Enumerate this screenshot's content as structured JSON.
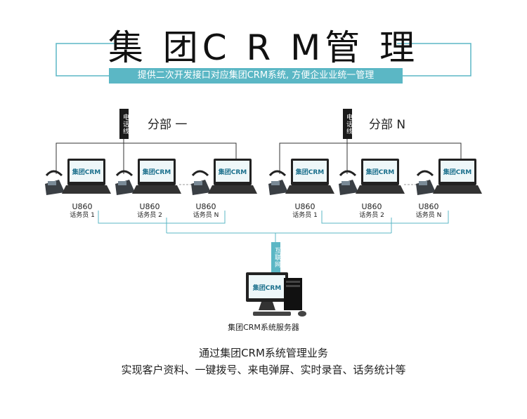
{
  "title": "集 团C R M管 理",
  "subtitle": "提供二次开发接口对应集团CRM系统, 方便企业业统一管理",
  "phone_line_label": "电话线",
  "internet_label": "互联网",
  "branches": [
    {
      "label": "分部 一",
      "workstations": [
        {
          "model": "U860",
          "name": "话务员 1"
        },
        {
          "model": "U860",
          "name": "话务员 2"
        },
        {
          "model": "U860",
          "name": "话务员 N"
        }
      ]
    },
    {
      "label": "分部 N",
      "workstations": [
        {
          "model": "U860",
          "name": "话务员 1"
        },
        {
          "model": "U860",
          "name": "话务员 2"
        },
        {
          "model": "U860",
          "name": "话务员 N"
        }
      ]
    }
  ],
  "screen_text": "集团CRM",
  "server_label": "集团CRM系统服务器",
  "footer": {
    "line1": "通过集团CRM系统管理业务",
    "line2": "实现客户资料、一键拨号、来电弹屏、实时录音、话务统计等"
  },
  "colors": {
    "accent": "#5bb7c5",
    "line_dark": "#333333",
    "dashed": "#999999"
  }
}
